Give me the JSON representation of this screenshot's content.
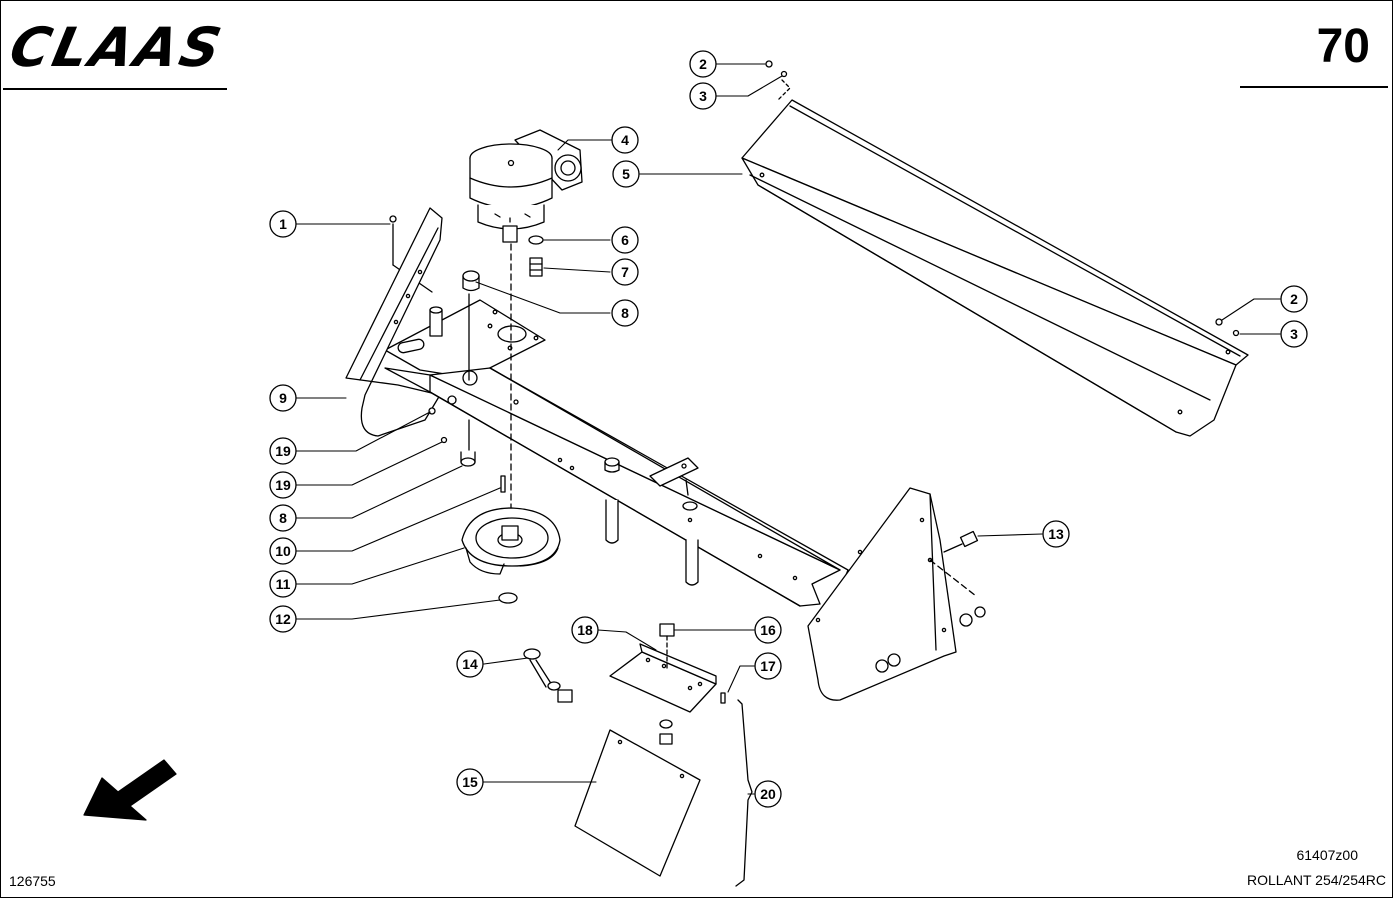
{
  "header": {
    "brand": "CLAAS",
    "page_number": "70"
  },
  "footer": {
    "ref_code": "126755",
    "doc_number": "61407z00",
    "model": "ROLLANT 254/254RC"
  },
  "callouts": [
    "1",
    "2",
    "3",
    "4",
    "5",
    "6",
    "7",
    "2",
    "3",
    "8",
    "9",
    "19",
    "19",
    "8",
    "10",
    "11",
    "12",
    "13",
    "14",
    "15",
    "16",
    "17",
    "18",
    "20"
  ],
  "colors": {
    "ink": "#000000",
    "paper": "#ffffff"
  },
  "icons": {
    "direction": "arrow-down-left-icon"
  }
}
